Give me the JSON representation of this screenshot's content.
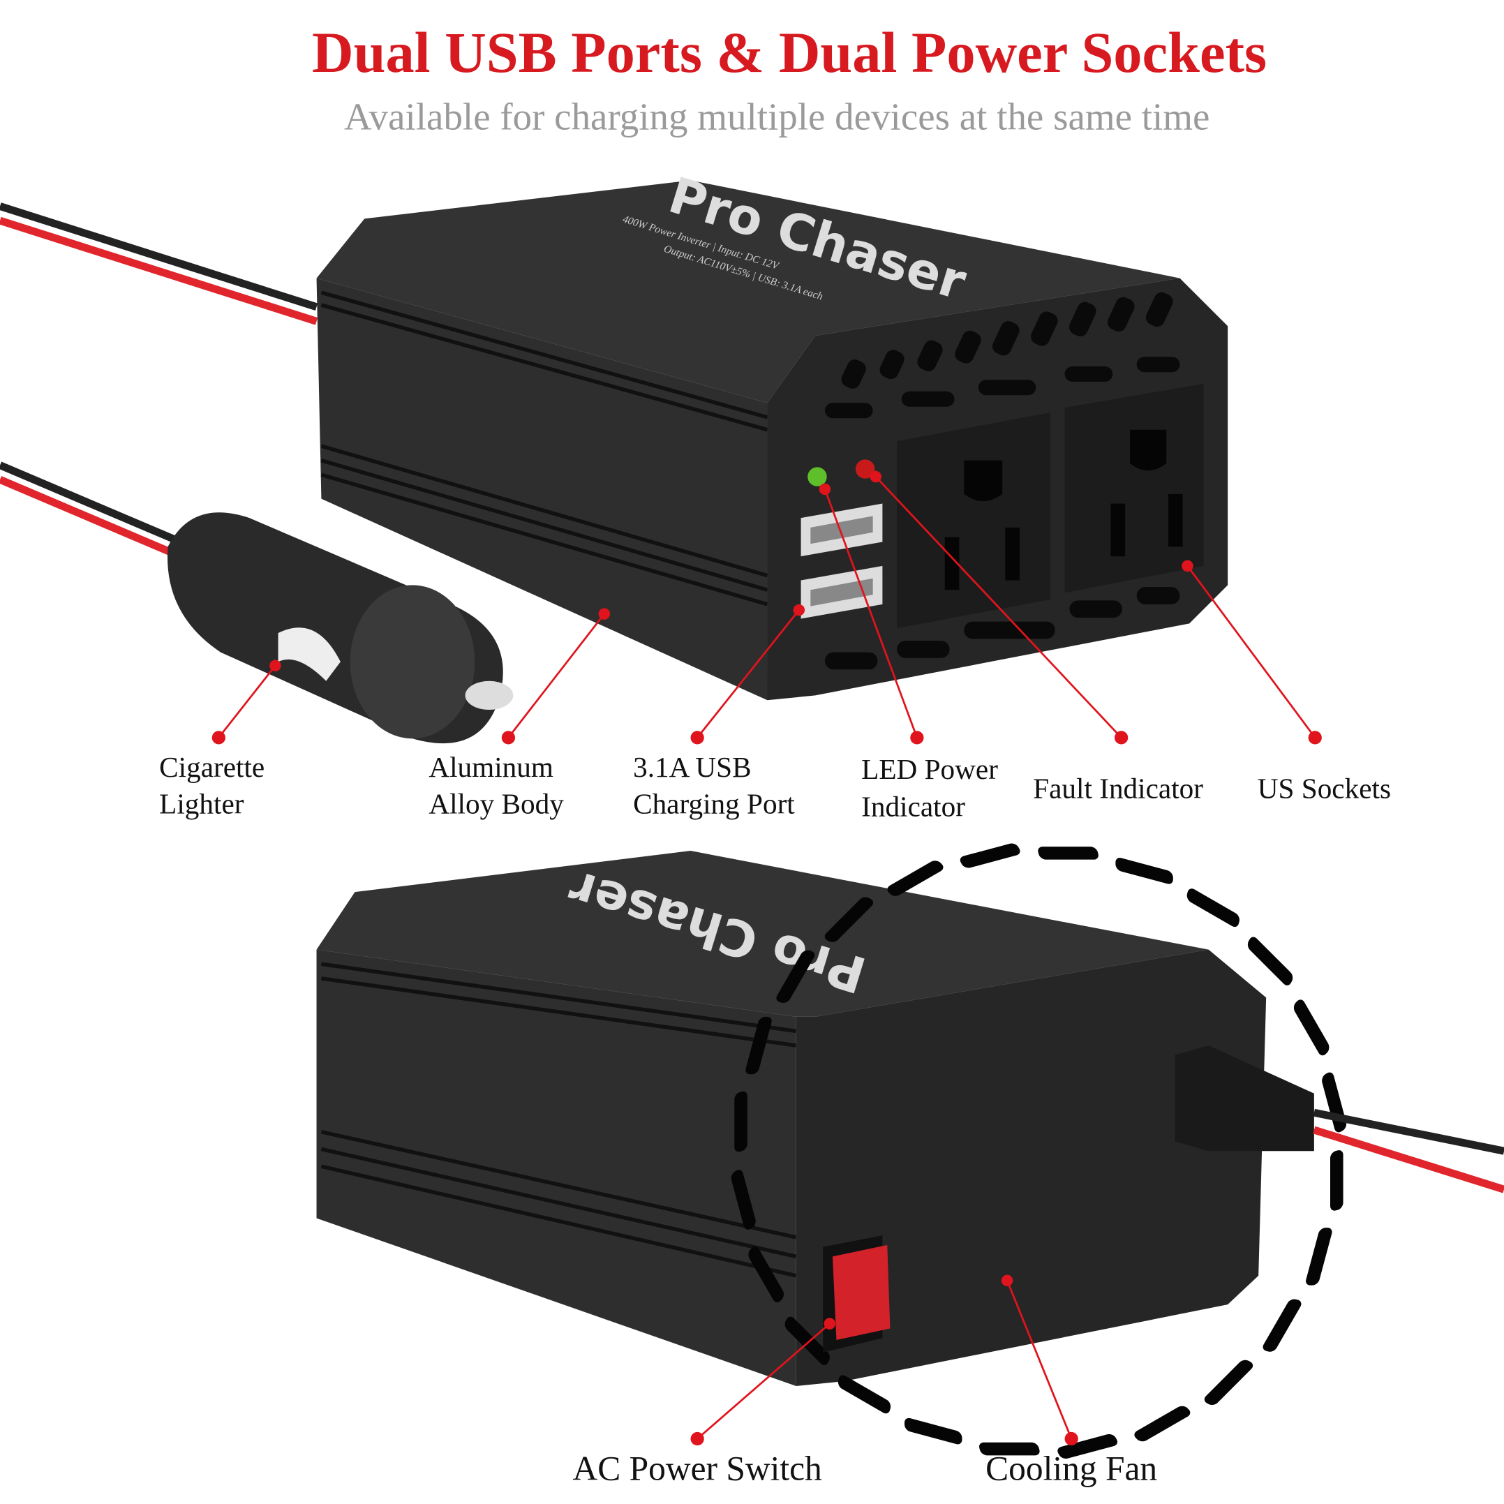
{
  "header": {
    "title": "Dual USB Ports & Dual Power Sockets",
    "subtitle": "Available for charging multiple devices at the same time"
  },
  "product": {
    "brand": "Pro Chaser",
    "spec_line1": "400W Power Inverter | Input: DC 12V",
    "spec_line2": "Output: AC110V±5% | USB: 3.1A each"
  },
  "callouts_top": [
    {
      "line1": "Cigarette",
      "line2": "Lighter"
    },
    {
      "line1": "Aluminum",
      "line2": "Alloy Body"
    },
    {
      "line1": "3.1A USB",
      "line2": "Charging Port"
    },
    {
      "line1": "LED Power",
      "line2": "Indicator"
    },
    {
      "line1": "Fault Indicator"
    },
    {
      "line1": "US Sockets"
    }
  ],
  "callouts_bottom": [
    {
      "line1": "AC Power Switch"
    },
    {
      "line1": "Cooling Fan"
    }
  ],
  "colors": {
    "accent": "#d71920",
    "subtitle": "#9a9a9a",
    "body": "#2b2b2b"
  }
}
